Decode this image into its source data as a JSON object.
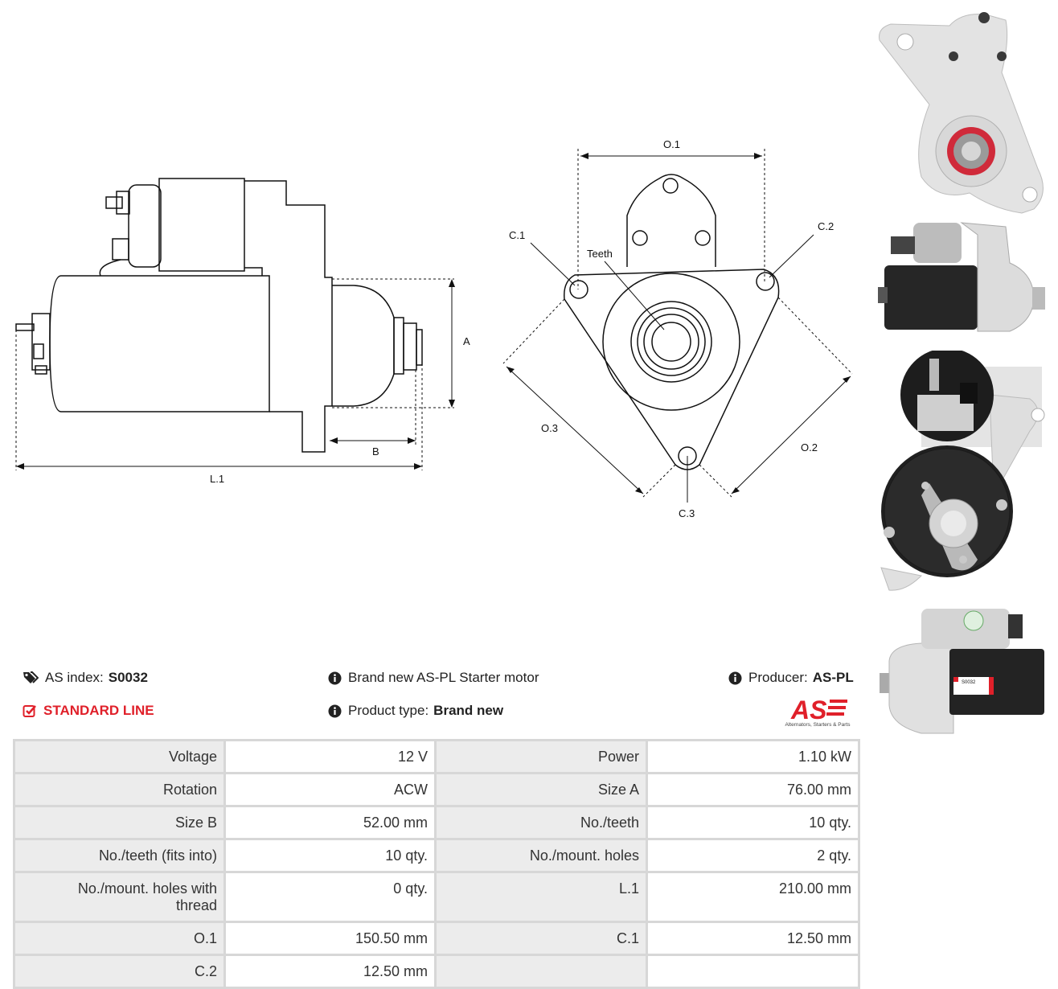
{
  "drawing": {
    "labels": {
      "a": "A",
      "b": "B",
      "l1": "L.1",
      "o1": "O.1",
      "o2": "O.2",
      "o3": "O.3",
      "c1": "C.1",
      "c2": "C.2",
      "c3": "C.3",
      "teeth": "Teeth"
    }
  },
  "info": {
    "as_index_label": "AS index:",
    "as_index_value": "S0032",
    "standard_line": "STANDARD LINE",
    "description": "Brand new AS-PL Starter motor",
    "product_type_label": "Product type:",
    "product_type_value": "Brand new",
    "producer_label": "Producer:",
    "producer_value": "AS-PL"
  },
  "logo": {
    "text": "AS",
    "tagline": "Alternators, Starters & Parts"
  },
  "thumbnails": {
    "label_text": "S0032"
  },
  "specs": [
    [
      "Voltage",
      "12 V",
      "Power",
      "1.10 kW"
    ],
    [
      "Rotation",
      "ACW",
      "Size A",
      "76.00 mm"
    ],
    [
      "Size B",
      "52.00 mm",
      "No./teeth",
      "10 qty."
    ],
    [
      "No./teeth (fits into)",
      "10 qty.",
      "No./mount. holes",
      "2 qty."
    ],
    [
      "No./mount. holes with thread",
      "0 qty.",
      "L.1",
      "210.00 mm"
    ],
    [
      "O.1",
      "150.50 mm",
      "C.1",
      "12.50 mm"
    ],
    [
      "C.2",
      "12.50 mm",
      "",
      ""
    ]
  ],
  "colors": {
    "accent_red": "#e0202a",
    "table_border": "#d7d7d7",
    "label_bg": "#ececec"
  }
}
